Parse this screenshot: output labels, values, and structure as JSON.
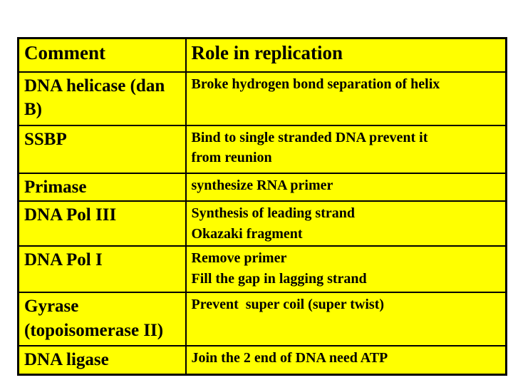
{
  "page": {
    "background_color": "#FFFFFF"
  },
  "table": {
    "colors": {
      "cell_background": "#FFFF00",
      "border": "#000000",
      "text": "#000000"
    },
    "header": {
      "comment_label": "Comment",
      "role_label": "Role in replication"
    },
    "rows": [
      {
        "comment": "DNA helicase (dan\nB)",
        "role": "Broke hydrogen bond separation of helix"
      },
      {
        "comment": "SSBP",
        "role": "Bind to single stranded DNA prevent it\nfrom reunion"
      },
      {
        "comment": "Primase",
        "role": "synthesize RNA primer"
      },
      {
        "comment": "DNA Pol III",
        "role": "Synthesis of leading strand\nOkazaki fragment"
      },
      {
        "comment": "DNA Pol I",
        "role": "Remove primer\nFill the gap in lagging strand"
      },
      {
        "comment": "Gyrase\n(topoisomerase II)",
        "role": "Prevent  super coil (super twist)"
      },
      {
        "comment": "DNA ligase",
        "role": "Join the 2 end of DNA need ATP"
      }
    ]
  }
}
